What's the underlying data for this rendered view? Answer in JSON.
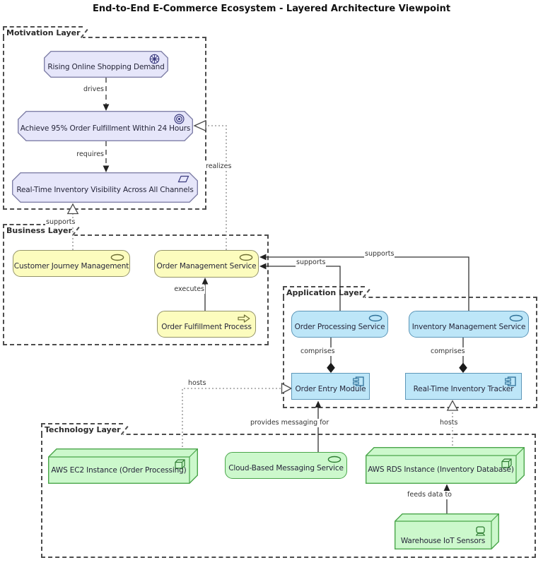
{
  "title": "End-to-End E-Commerce Ecosystem - Layered Architecture Viewpoint",
  "layers": {
    "motivation": {
      "label": "Motivation Layer"
    },
    "business": {
      "label": "Business Layer"
    },
    "application": {
      "label": "Application Layer"
    },
    "technology": {
      "label": "Technology Layer"
    }
  },
  "elements": {
    "driver": {
      "label": "Rising Online Shopping Demand",
      "icon": "driver-wheel-icon"
    },
    "goal": {
      "label": "Achieve 95% Order Fulfillment Within 24 Hours",
      "icon": "goal-target-icon"
    },
    "requirement": {
      "label": "Real-Time Inventory Visibility Across All Channels",
      "icon": "requirement-parallelogram-icon"
    },
    "customer_journey": {
      "label": "Customer Journey Management",
      "icon": "business-service-icon"
    },
    "order_management": {
      "label": "Order Management Service",
      "icon": "business-service-icon"
    },
    "order_fulfillment": {
      "label": "Order Fulfillment Process",
      "icon": "business-process-icon"
    },
    "order_processing": {
      "label": "Order Processing Service",
      "icon": "application-service-icon"
    },
    "inventory_management": {
      "label": "Inventory Management Service",
      "icon": "application-service-icon"
    },
    "order_entry": {
      "label": "Order Entry Module",
      "icon": "application-component-icon"
    },
    "inventory_tracker": {
      "label": "Real-Time Inventory Tracker",
      "icon": "application-component-icon"
    },
    "aws_ec2": {
      "label": "AWS EC2 Instance (Order Processing)",
      "icon": "technology-node-icon"
    },
    "messaging": {
      "label": "Cloud-Based Messaging Service",
      "icon": "technology-service-icon"
    },
    "aws_rds": {
      "label": "AWS RDS Instance (Inventory Database)",
      "icon": "technology-node-icon"
    },
    "iot_sensors": {
      "label": "Warehouse IoT Sensors",
      "icon": "technology-device-icon"
    }
  },
  "relations": {
    "drives": {
      "label": "drives"
    },
    "requires": {
      "label": "requires"
    },
    "realizes": {
      "label": "realizes"
    },
    "supports_motivation": {
      "label": "supports"
    },
    "executes": {
      "label": "executes"
    },
    "supports_order_processing": {
      "label": "supports"
    },
    "supports_inventory": {
      "label": "supports"
    },
    "comprises_order_entry": {
      "label": "comprises"
    },
    "comprises_tracker": {
      "label": "comprises"
    },
    "hosts_ec2": {
      "label": "hosts"
    },
    "provides_messaging": {
      "label": "provides messaging for"
    },
    "hosts_rds": {
      "label": "hosts"
    },
    "feeds_data": {
      "label": "feeds data to"
    }
  },
  "colors": {
    "motivation_fill": "#E6E6FA",
    "motivation_border": "#8080A8",
    "motivation_icon": "#3B3B7E",
    "business_fill": "#FCFCBE",
    "business_border": "#94946A",
    "business_icon": "#6E6E35",
    "application_fill": "#BDE6F8",
    "application_border": "#5C96B8",
    "application_icon": "#2E7098",
    "technology_fill": "#CCF8CC",
    "technology_border": "#4AA54A",
    "technology_icon": "#2E7D32",
    "layer_border": "#4D4D4D",
    "line": "#333333",
    "dotted_line": "#8A8A8A",
    "label_text": "#333333",
    "element_text": "#26263A",
    "title_text": "#111111"
  }
}
